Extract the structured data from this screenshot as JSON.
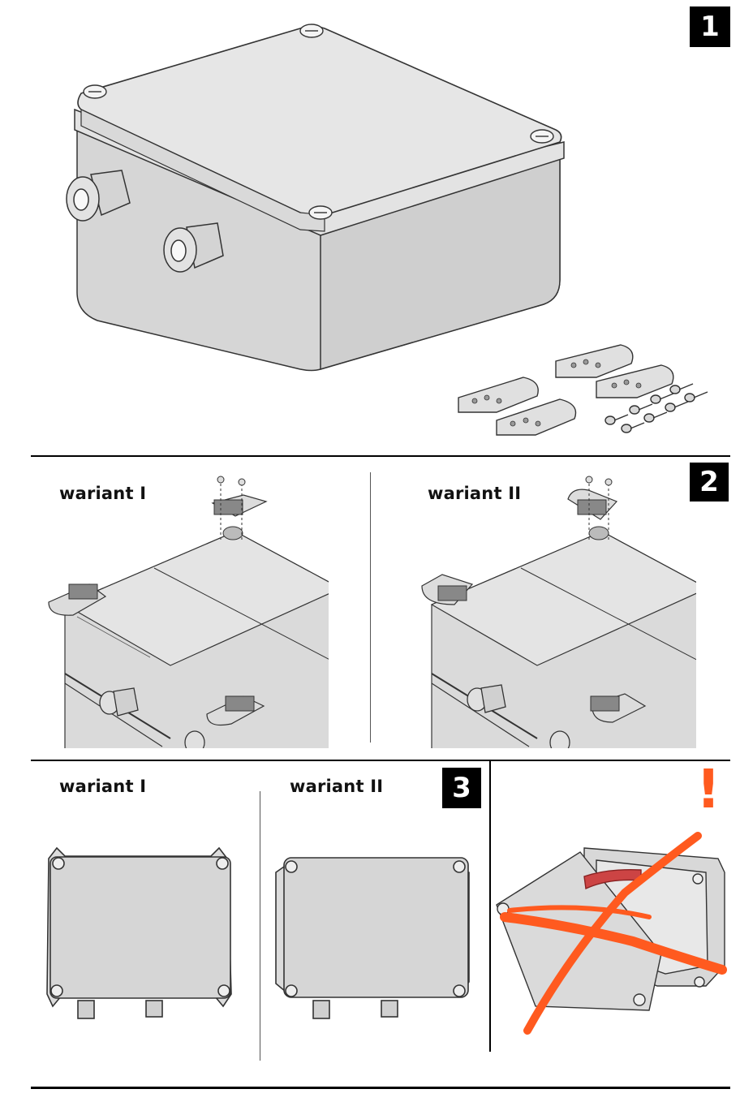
{
  "steps": {
    "step1": "1",
    "step2": "2",
    "step3": "3"
  },
  "section2": {
    "variant_1_label": "wariant I",
    "variant_2_label": "wariant II"
  },
  "section3": {
    "variant_1_label": "wariant I",
    "variant_2_label": "wariant II",
    "warning_mark": "!"
  },
  "colors": {
    "box_fill": "#dcdcdc",
    "outline": "#333333",
    "warning_orange": "#ff5a1f",
    "badge_bg": "#000000"
  },
  "icons": [
    "enclosure-box",
    "cable-gland",
    "mounting-bracket",
    "screw",
    "warning-exclamation",
    "cross-out"
  ]
}
